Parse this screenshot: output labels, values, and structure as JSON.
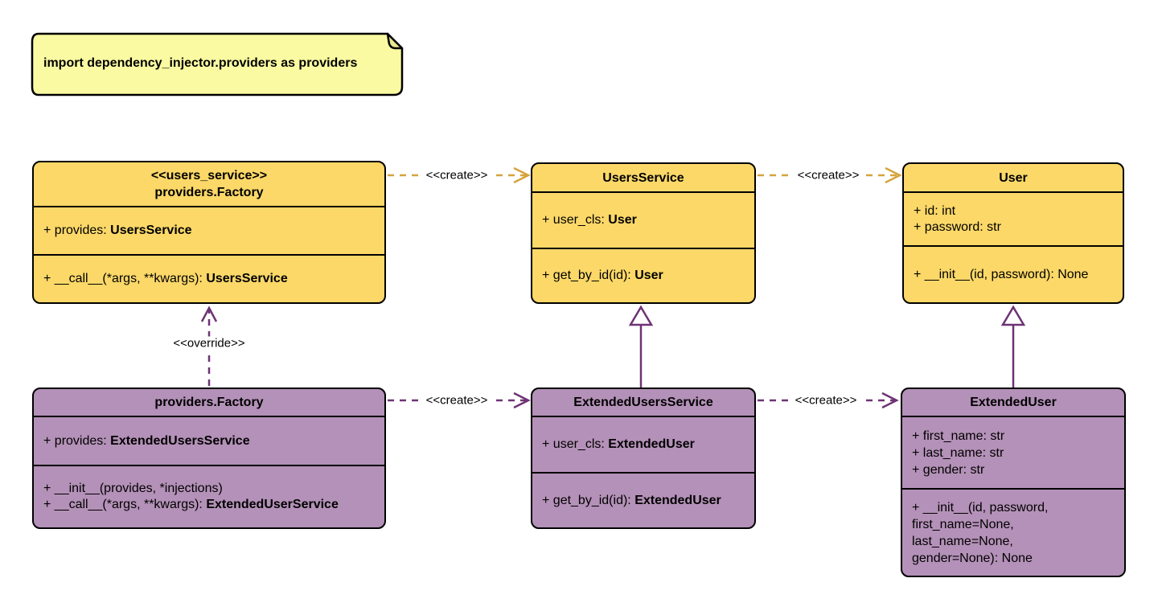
{
  "colors": {
    "class_fill_yellow": "#FBD868",
    "class_fill_purple": "#B491B8",
    "note_fill": "#FAFAA2",
    "note_fold": "#E9E98E",
    "arrow_gold": "#D5A43E",
    "arrow_purple": "#6E3375",
    "border": "#000000"
  },
  "note": {
    "text": "import dependency_injector.providers as providers"
  },
  "classes": [
    {
      "stereotype": "<<users_service>>",
      "title": "providers.Factory",
      "attributes": [
        {
          "text": "+ provides: ",
          "bold": "UsersService"
        }
      ],
      "methods": [
        {
          "text": "+ __call__(*args, **kwargs): ",
          "bold": "UsersService"
        }
      ]
    },
    {
      "title": "UsersService",
      "attributes": [
        {
          "text": "+ user_cls: ",
          "bold": "User"
        }
      ],
      "methods": [
        {
          "text": "+ get_by_id(id): ",
          "bold": "User"
        }
      ]
    },
    {
      "title": "User",
      "attributes": [
        {
          "text": "+ id: int"
        },
        {
          "text": "+ password: str"
        }
      ],
      "methods": [
        {
          "text": "+ __init__(id, password): None"
        }
      ]
    },
    {
      "title": "providers.Factory",
      "attributes": [
        {
          "text": "+ provides: ",
          "bold": "ExtendedUsersService"
        }
      ],
      "methods": [
        {
          "text": "+ __init__(provides, *injections)"
        },
        {
          "text": "+ __call__(*args, **kwargs): ",
          "bold": "ExtendedUserService"
        }
      ]
    },
    {
      "title": "ExtendedUsersService",
      "attributes": [
        {
          "text": "+ user_cls: ",
          "bold": "ExtendedUser"
        }
      ],
      "methods": [
        {
          "text": "+ get_by_id(id): ",
          "bold": "ExtendedUser"
        }
      ]
    },
    {
      "title": "ExtendedUser",
      "attributes": [
        {
          "text": "+ first_name: str"
        },
        {
          "text": "+ last_name: str"
        },
        {
          "text": "+ gender: str"
        }
      ],
      "methods": [
        {
          "text": "+ __init__(id, password,"
        },
        {
          "text": "first_name=None,"
        },
        {
          "text": "last_name=None,"
        },
        {
          "text": "gender=None): None"
        }
      ]
    }
  ],
  "edges": {
    "create1": "<<create>>",
    "create2": "<<create>>",
    "create3": "<<create>>",
    "create4": "<<create>>",
    "override": "<<override>>"
  }
}
